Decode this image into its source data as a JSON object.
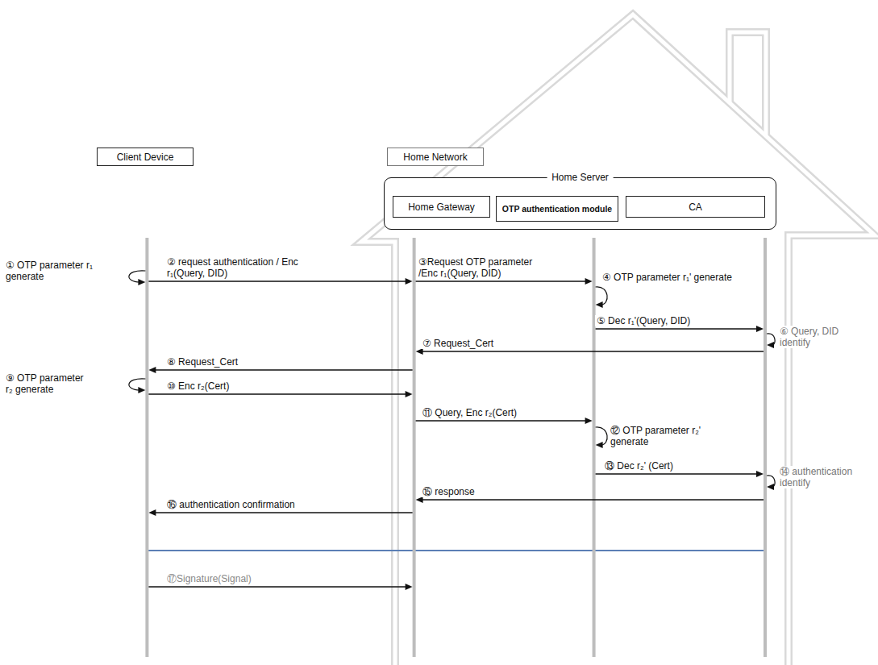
{
  "diagram": {
    "nodes": [
      {
        "text": [
          "Client Device"
        ]
      },
      {
        "text": [
          "Home Network"
        ]
      },
      {
        "text": [
          "Home Server"
        ]
      },
      {
        "text": [
          "Home Gateway"
        ],
        "in": 2
      },
      {
        "text": [
          "OTP authentication module"
        ],
        "in": 2
      },
      {
        "text": [
          "CA"
        ],
        "in": 2
      }
    ],
    "edges": [
      {
        "from": 0,
        "to": 3,
        "arrow": "to",
        "label": "② request authentication / Enc r₁(Query, DID)"
      },
      {
        "from": 3,
        "to": 4,
        "arrow": "to",
        "label": "③Request OTP parameter /Enc r₁(Query, DID)"
      },
      {
        "from": 4,
        "to": 5,
        "arrow": "to",
        "label": "⑤ Dec r₁'(Query, DID)"
      },
      {
        "from": 5,
        "to": 3,
        "arrow": "to",
        "label": "⑦ Request_Cert"
      },
      {
        "from": 3,
        "to": 0,
        "arrow": "to",
        "label": "⑧ Request_Cert"
      },
      {
        "from": 0,
        "to": 3,
        "arrow": "to",
        "label": "⑩ Enc r₂(Cert)"
      },
      {
        "from": 3,
        "to": 4,
        "arrow": "to",
        "label": "⑪ Query, Enc r₂(Cert)"
      },
      {
        "from": 4,
        "to": 5,
        "arrow": "to",
        "label": "⑬ Dec r₂' (Cert)"
      },
      {
        "from": 5,
        "to": 3,
        "arrow": "to",
        "label": "⑮ response"
      },
      {
        "from": 3,
        "to": 0,
        "arrow": "to",
        "label": "⑯ authentication confirmation"
      },
      {
        "from": 0,
        "to": 3,
        "arrow": "to",
        "label": "⑰Signature(Signal)"
      }
    ],
    "labels": [
      "① OTP parameter r₁ generate",
      "④ OTP parameter r₁' generate",
      "⑥ Query, DID identify",
      "⑨ OTP parameter r₂ generate",
      "⑫ OTP parameter r₂' generate",
      "⑭ authentication identify"
    ]
  }
}
